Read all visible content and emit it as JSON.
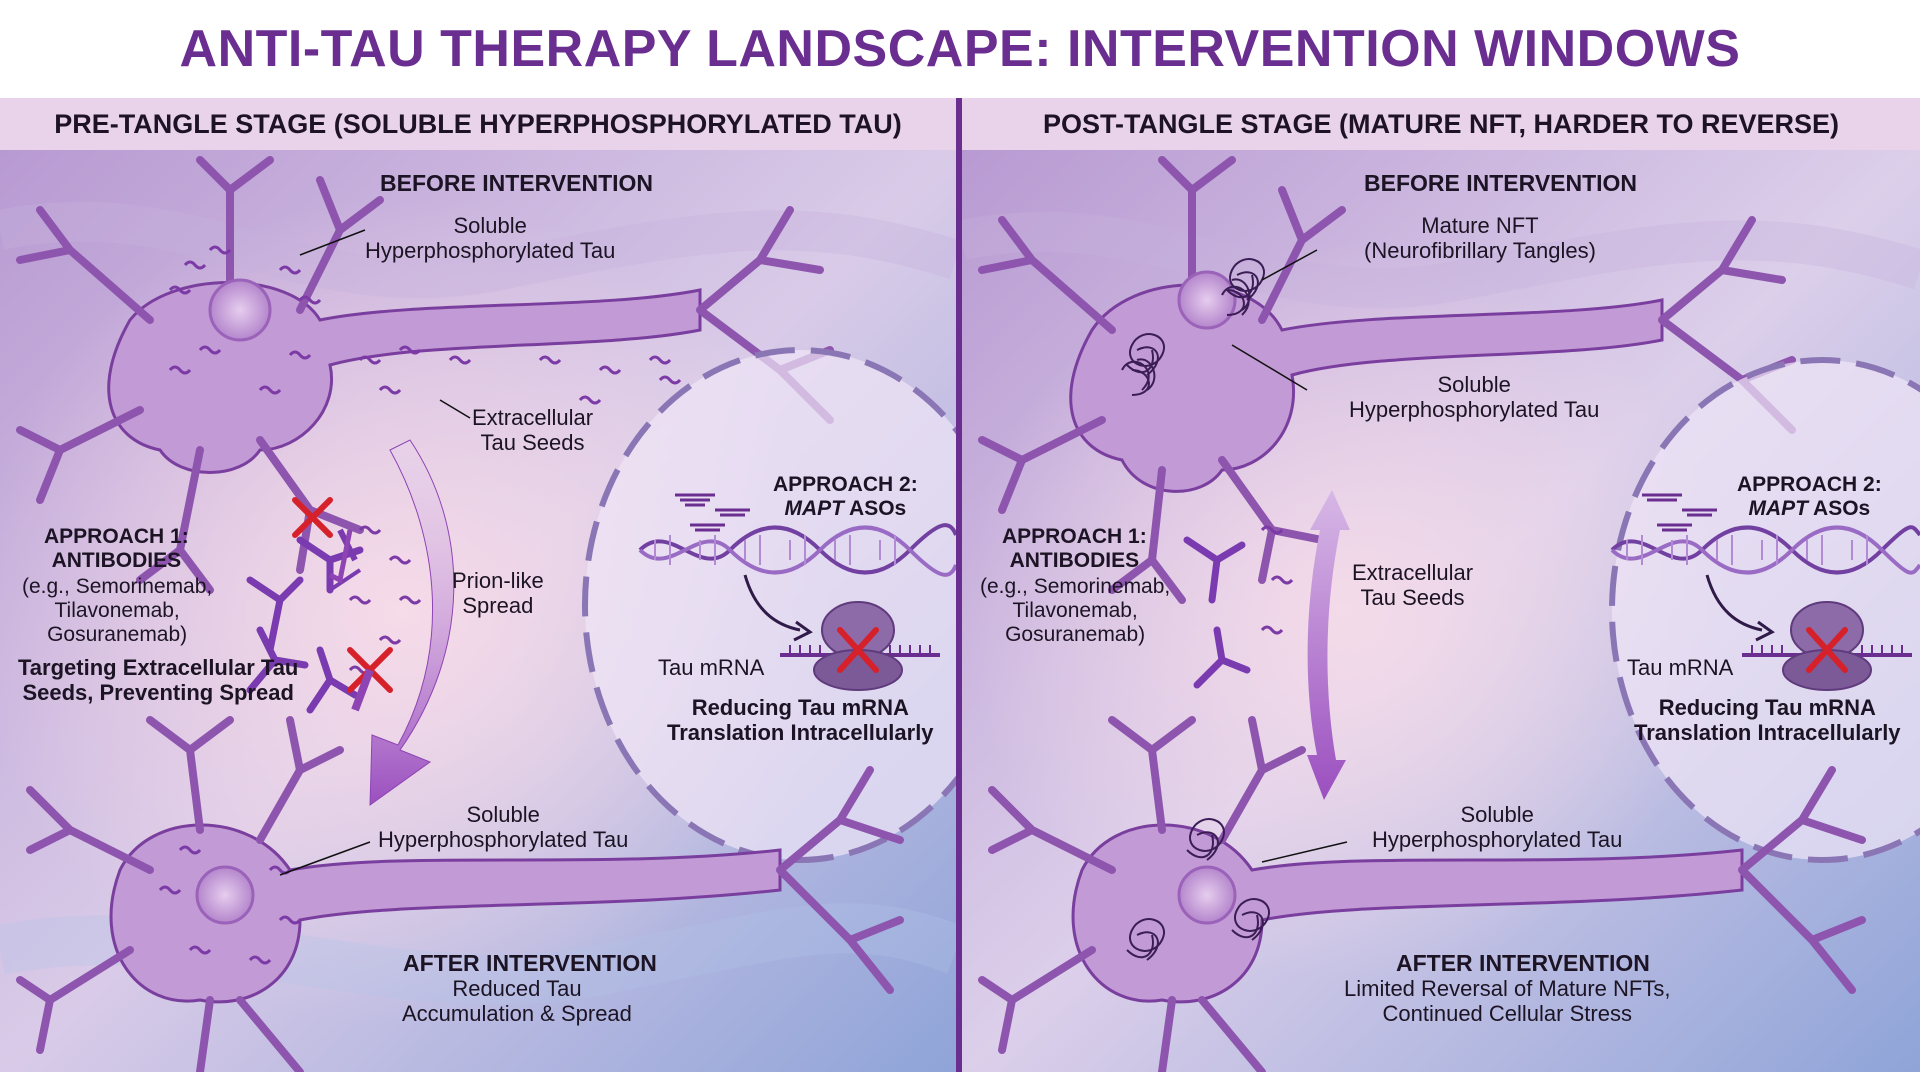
{
  "title": "ANTI-TAU THERAPY LANDSCAPE: INTERVENTION WINDOWS",
  "colors": {
    "accent": "#6a2e91",
    "header_bg": "#e9d3ea",
    "neuron": "#9a62b8",
    "block": "#d6212a"
  },
  "left": {
    "header": "PRE-TANGLE STAGE (SOLUBLE HYPERPHOSPHORYLATED TAU)",
    "before": "BEFORE INTERVENTION",
    "soluble_top": [
      "Soluble",
      "Hyperphosphorylated Tau"
    ],
    "seeds": [
      "Extracellular",
      "Tau Seeds"
    ],
    "spread": [
      "Prion-like",
      "Spread"
    ],
    "approach1_title": [
      "APPROACH 1:",
      "ANTIBODIES"
    ],
    "approach1_examples": [
      "(e.g., Semorinemab,",
      "Tilavonemab,",
      "Gosuranemab)"
    ],
    "approach1_target": [
      "Targeting Extracellular Tau",
      "Seeds, Preventing Spread"
    ],
    "approach2_title": "APPROACH 2:",
    "approach2_sub": "MAPT",
    "approach2_sub_rest": " ASOs",
    "mrna": "Tau mRNA",
    "approach2_desc": [
      "Reducing Tau mRNA",
      "Translation Intracellularly"
    ],
    "soluble_bottom": [
      "Soluble",
      "Hyperphosphorylated Tau"
    ],
    "after": "AFTER INTERVENTION",
    "after_desc": [
      "Reduced Tau",
      "Accumulation & Spread"
    ]
  },
  "right": {
    "header": "POST-TANGLE STAGE (MATURE NFT, HARDER TO REVERSE)",
    "before": "BEFORE INTERVENTION",
    "nft": [
      "Mature NFT",
      "(Neurofibrillary Tangles)"
    ],
    "soluble_top": [
      "Soluble",
      "Hyperphosphorylated Tau"
    ],
    "approach1_title": [
      "APPROACH 1:",
      "ANTIBODIES"
    ],
    "approach1_examples": [
      "(e.g., Semorinemab,",
      "Tilavonemab,",
      "Gosuranemab)"
    ],
    "seeds": [
      "Extracellular",
      "Tau Seeds"
    ],
    "approach2_title": "APPROACH 2:",
    "approach2_sub": "MAPT",
    "approach2_sub_rest": " ASOs",
    "mrna": "Tau mRNA",
    "approach2_desc": [
      "Reducing Tau mRNA",
      "Translation Intracellularly"
    ],
    "soluble_bottom": [
      "Soluble",
      "Hyperphosphorylated Tau"
    ],
    "after": "AFTER INTERVENTION",
    "after_desc": [
      "Limited Reversal of Mature NFTs,",
      "Continued Cellular Stress"
    ]
  }
}
